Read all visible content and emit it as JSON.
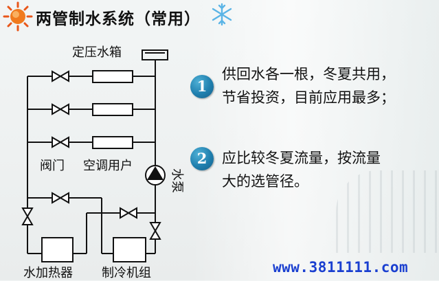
{
  "title": "两管制水系统（常用）",
  "labels": {
    "tank": "定压水箱",
    "valve": "阀门",
    "user": "空调用户",
    "pump": "水泵",
    "heater": "水加热器",
    "chiller": "制冷机组"
  },
  "points": [
    {
      "badge": "1",
      "lines": [
        "供回水各一根，冬夏共用，",
        "节省投资，目前应用最多；"
      ]
    },
    {
      "badge": "2",
      "lines": [
        "应比较冬夏流量，按流量",
        "大的选管径。"
      ]
    }
  ],
  "watermark": "www.3811111.com",
  "icons": {
    "left": "sun-icon",
    "right": "snowflake-icon"
  },
  "colors": {
    "badge": "#1f7fae",
    "watermark": "#1a3fd0",
    "title": "#111111"
  }
}
